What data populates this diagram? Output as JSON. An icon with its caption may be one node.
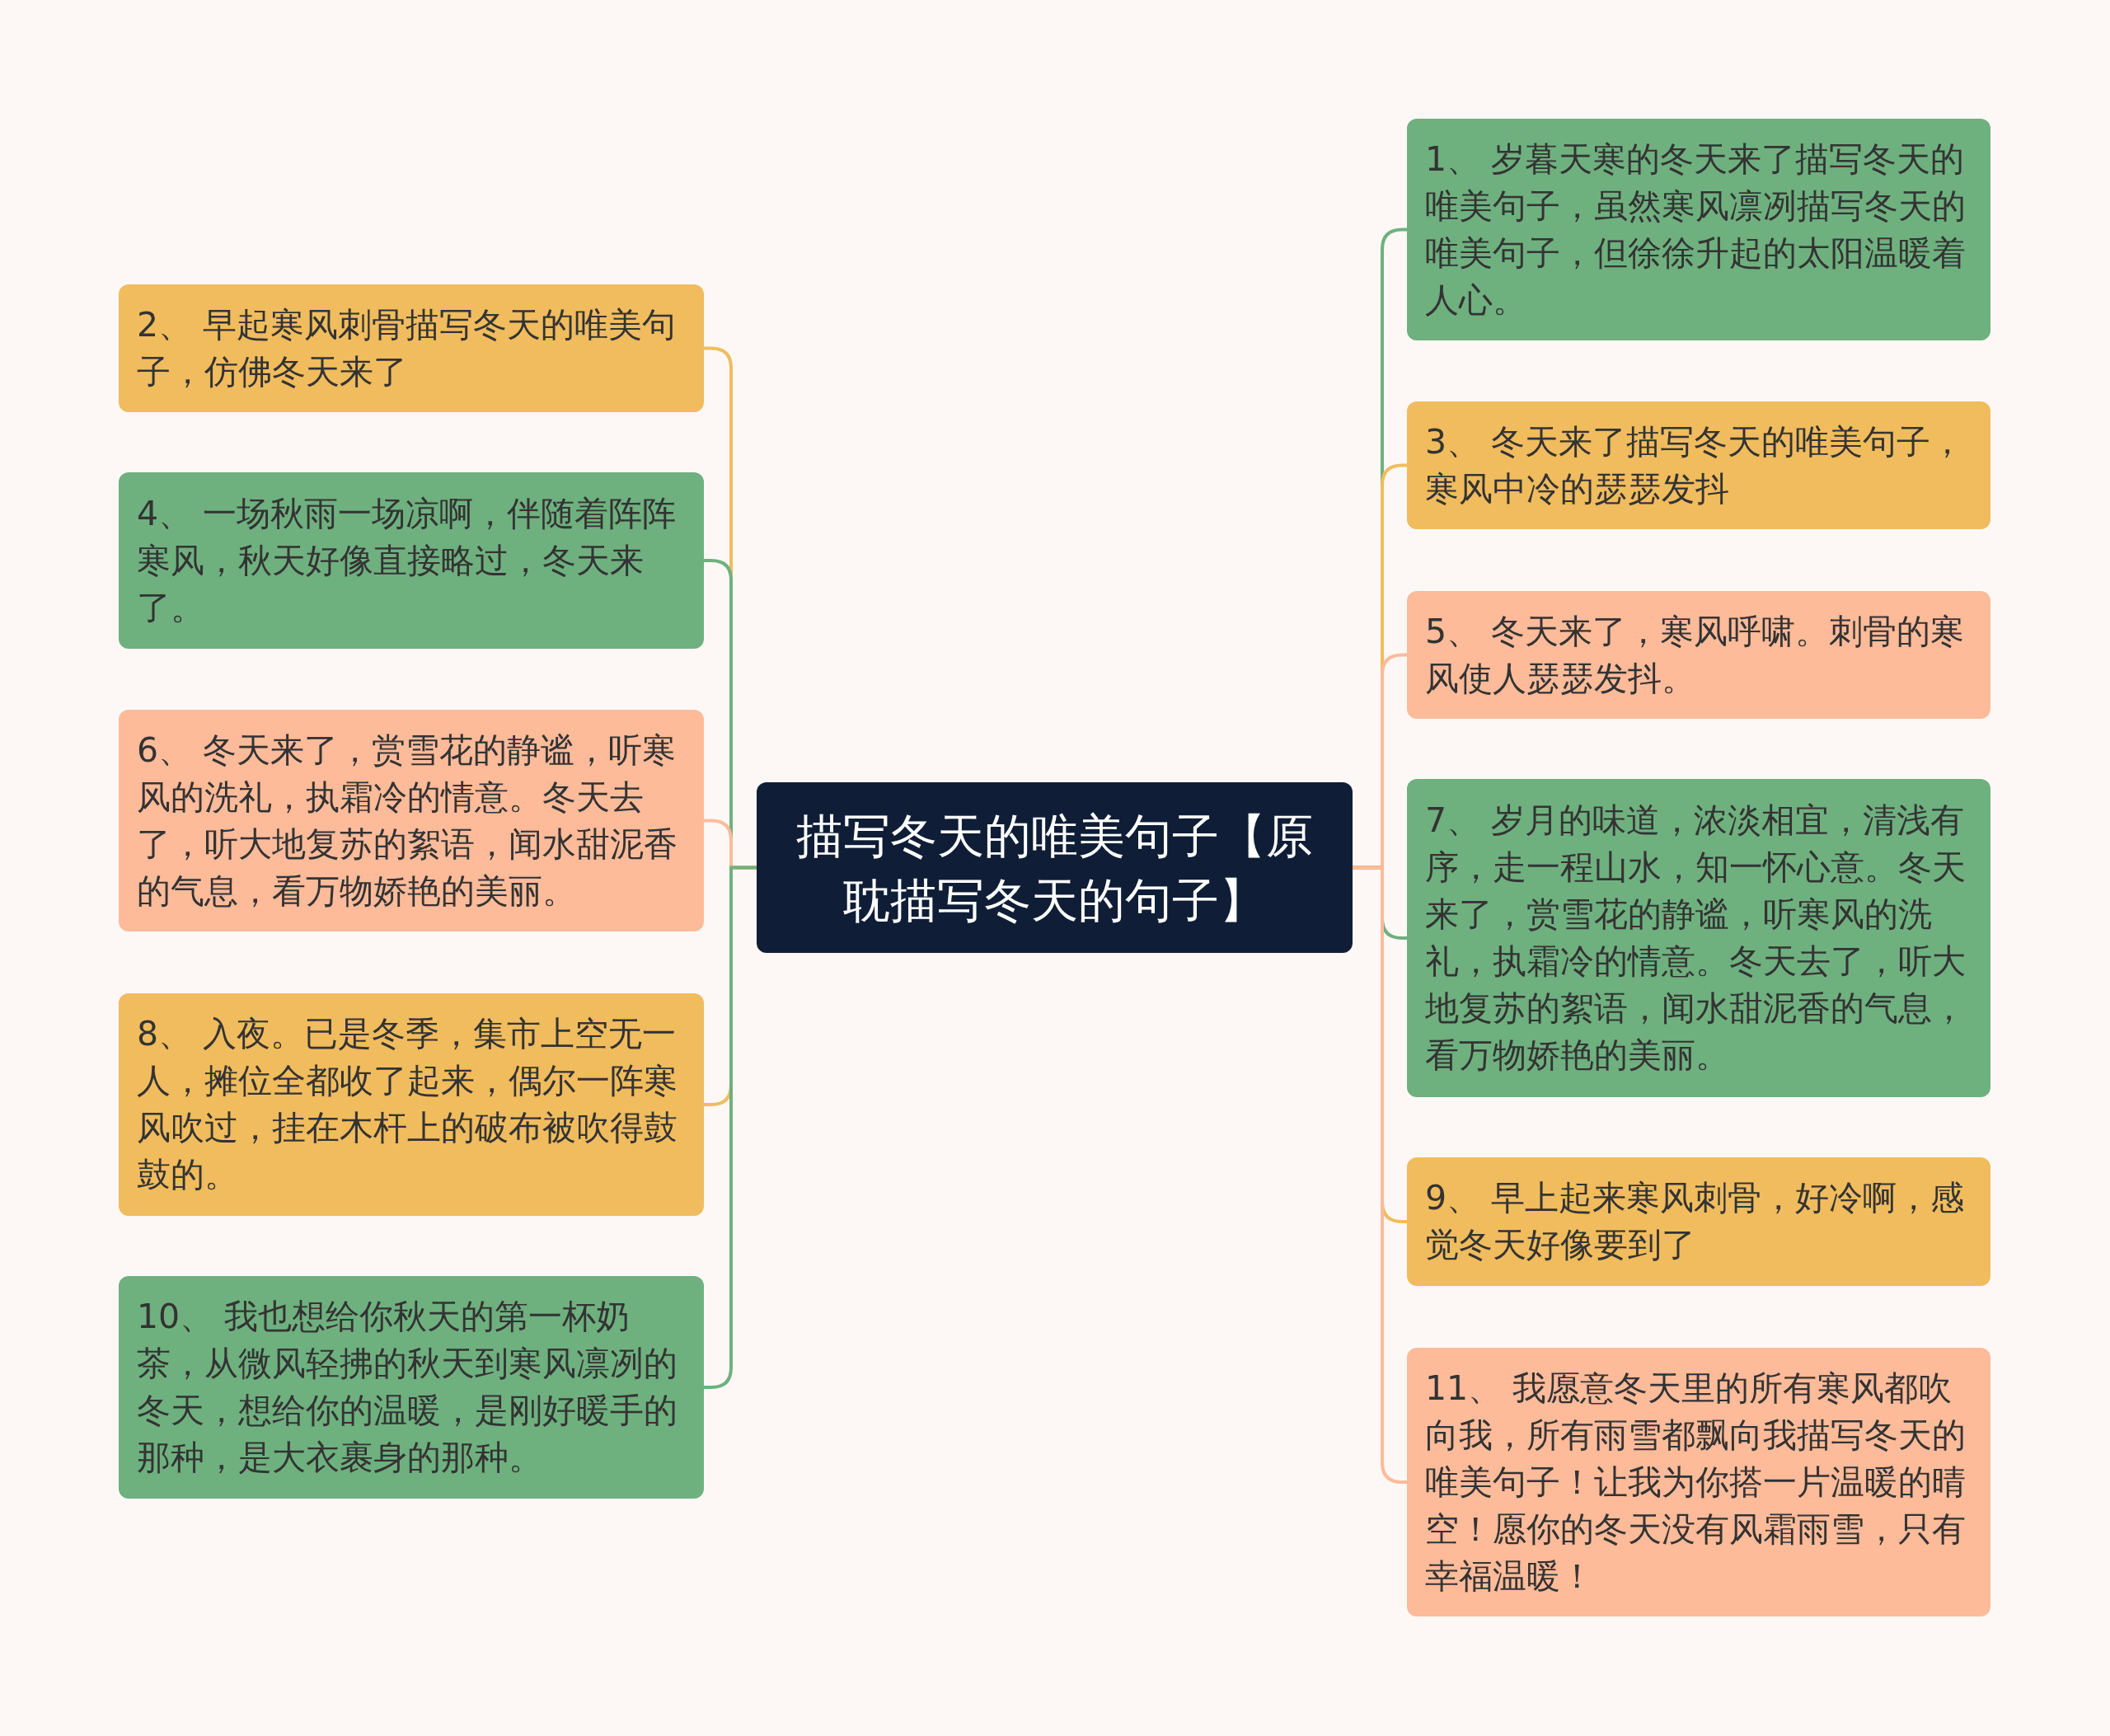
{
  "diagram": {
    "nodes": [
      {
        "text": [
          "描写冬天的唯美句子【原耽描写冬天的句子】"
        ]
      },
      {
        "text": [
          "2、 早起寒风刺骨描写冬天的唯美句子，仿佛冬天来了"
        ]
      },
      {
        "text": [
          "4、 一场秋雨一场凉啊，伴随着阵阵寒风，秋天好像直接略过，冬天来了。"
        ]
      },
      {
        "text": [
          "6、 冬天来了，赏雪花的静谧，听寒风的洗礼，执霜冷的情意。冬天去了，听大地复苏的絮语，闻水甜泥香的气息，看万物娇艳的美丽。"
        ]
      },
      {
        "text": [
          "8、 入夜。已是冬季，集市上空无一人，摊位全都收了起来，偶尔一阵寒风吹过，挂在木杆上的破布被吹得鼓鼓的。"
        ]
      },
      {
        "text": [
          "10、 我也想给你秋天的第一杯奶茶，从微风轻拂的秋天到寒风凛冽的冬天，想给你的温暖，是刚好暖手的那种，是大衣裹身的那种。"
        ]
      },
      {
        "text": [
          "1、 岁暮天寒的冬天来了描写冬天的唯美句子，虽然寒风凛冽描写冬天的唯美句子，但徐徐升起的太阳温暖着人心。"
        ]
      },
      {
        "text": [
          "3、 冬天来了描写冬天的唯美句子，寒风中冷的瑟瑟发抖"
        ]
      },
      {
        "text": [
          "5、 冬天来了，寒风呼啸。刺骨的寒风使人瑟瑟发抖。"
        ]
      },
      {
        "text": [
          "7、 岁月的味道，浓淡相宜，清浅有序，走一程山水，知一怀心意。冬天来了，赏雪花的静谧，听寒风的洗礼，执霜冷的情意。冬天去了，听大地复苏的絮语，闻水甜泥香的气息，看万物娇艳的美丽。"
        ]
      },
      {
        "text": [
          "9、 早上起来寒风刺骨，好冷啊，感觉冬天好像要到了"
        ]
      },
      {
        "text": [
          "11、 我愿意冬天里的所有寒风都吹向我，所有雨雪都飘向我描写冬天的唯美句子！让我为你搭一片温暖的晴空！愿你的冬天没有风霜雨雪，只有幸福温暖！"
        ]
      }
    ],
    "edges": [
      {
        "from": 0,
        "to": 1,
        "arrow": "none",
        "color": "#f0bc5e"
      },
      {
        "from": 0,
        "to": 2,
        "arrow": "none",
        "color": "#6fb07f"
      },
      {
        "from": 0,
        "to": 3,
        "arrow": "none",
        "color": "#fdbb9a"
      },
      {
        "from": 0,
        "to": 4,
        "arrow": "none",
        "color": "#f0bc5e"
      },
      {
        "from": 0,
        "to": 5,
        "arrow": "none",
        "color": "#6fb07f"
      },
      {
        "from": 0,
        "to": 6,
        "arrow": "none",
        "color": "#6fb07f"
      },
      {
        "from": 0,
        "to": 7,
        "arrow": "none",
        "color": "#f0bc5e"
      },
      {
        "from": 0,
        "to": 8,
        "arrow": "none",
        "color": "#fdbb9a"
      },
      {
        "from": 0,
        "to": 9,
        "arrow": "none",
        "color": "#6fb07f"
      },
      {
        "from": 0,
        "to": 10,
        "arrow": "none",
        "color": "#f0bc5e"
      },
      {
        "from": 0,
        "to": 11,
        "arrow": "none",
        "color": "#fdbb9a"
      }
    ]
  }
}
